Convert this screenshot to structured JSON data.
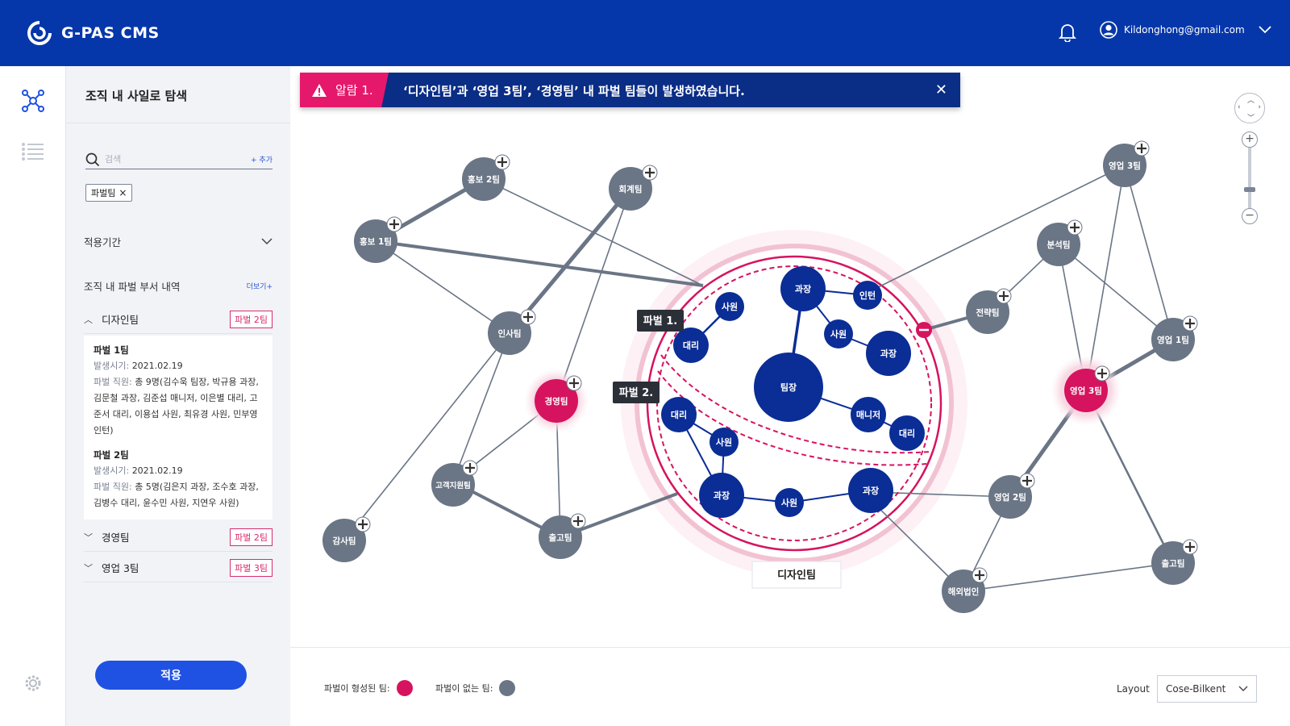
{
  "header": {
    "app_title": "G-PAS CMS",
    "user_email": "Kildonghong@gmail.com"
  },
  "sidebar": {
    "title": "조직 내 사일로 탐색",
    "search": {
      "placeholder": "검색",
      "add_label": "+ 추가"
    },
    "chip": "파벌팀",
    "period_label": "적용기간",
    "history_label": "조직 내 파벌 부서 내역",
    "more_label": "더보기+",
    "groups": [
      {
        "name": "디자인팀",
        "badge": "파벌 2팀",
        "expanded": true
      },
      {
        "name": "경영팀",
        "badge": "파벌 2팀",
        "expanded": false
      },
      {
        "name": "영업 3팀",
        "badge": "파벌 3팀",
        "expanded": false
      }
    ],
    "factions": [
      {
        "title": "파벌 1팀",
        "date_label": "발생시기: ",
        "date": "2021.02.19",
        "members_label": "파벌 직원: ",
        "members": "총 9명(김수욱 팀장, 박규용 과장, 김문철 과장, 김준섭 매니저, 이은별 대리, 고준서 대리, 이용섭 사원, 최유경 사원, 민부영 인턴)"
      },
      {
        "title": "파벌 2팀",
        "date_label": "발생시기: ",
        "date": "2021.02.19",
        "members_label": "파벌 직원: ",
        "members": "총 5명(김은지 과장, 조수호 과장, 김병수 대리, 윤수민 사원, 지연우 사원)"
      }
    ],
    "apply_label": "적용"
  },
  "alert": {
    "tag": "알람 1.",
    "message": "‘디자인팀’과 ‘영업 3팀’, ‘경영팀’ 내 파벌 팀들이 발생하였습니다."
  },
  "graph": {
    "teams": {
      "hongbo2": "홍보 2팀",
      "hoegye": "회계팀",
      "hongbo1": "홍보 1팀",
      "insa": "인사팀",
      "gyeongyeong": "경영팀",
      "gogaek": "고객지원팀",
      "gamsa": "감사팀",
      "chulgo1": "출고팀",
      "sales3_top": "영업 3팀",
      "bunseok": "분석팀",
      "jeollyak": "전략팀",
      "sales1": "영업 1팀",
      "sales3_red": "영업 3팀",
      "sales2": "영업 2팀",
      "chulgo2": "출고팀",
      "haeoe": "해외법인"
    },
    "members": {
      "gwajang1": "과장",
      "inteon": "인턴",
      "sawon1": "사원",
      "sawon2": "사원",
      "gwajang2": "과장",
      "daeri1": "대리",
      "timjang": "팀장",
      "daeri2": "대리",
      "manager": "매니저",
      "daeri3": "대리",
      "sawon3": "사원",
      "gwajang3": "과장",
      "sawon4": "사원",
      "gwajang4": "과장"
    },
    "faction1_label": "파벌 1.",
    "faction2_label": "파벌 2.",
    "design_label": "디자인팀"
  },
  "legend": {
    "faction_label": "파벌이 형성된 팀:",
    "no_faction_label": "파벌이 없는 팀:",
    "faction_color": "#d6135f",
    "no_faction_color": "#6a7585"
  },
  "layout": {
    "label": "Layout",
    "value": "Cose-Bilkent"
  },
  "colors": {
    "header": "#0637aa",
    "node_blue": "#0a2d96",
    "node_gray": "#6a7585",
    "accent_red": "#d6135f"
  }
}
